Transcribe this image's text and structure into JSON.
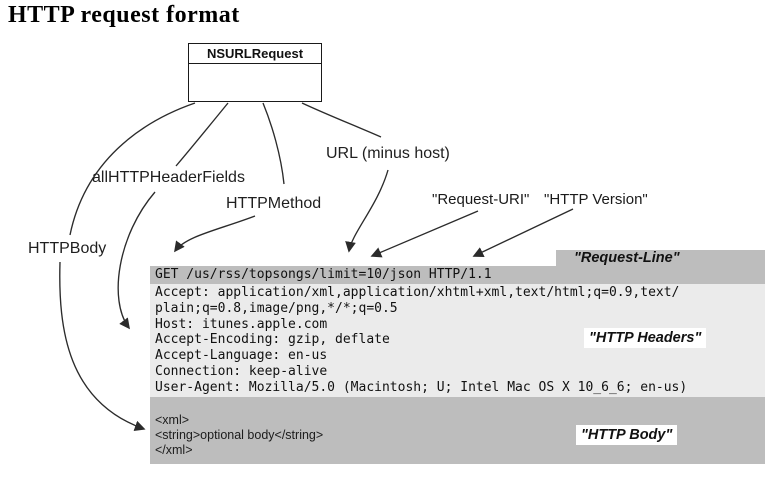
{
  "title": "HTTP request format",
  "class_box": {
    "name": "NSURLRequest"
  },
  "labels": {
    "http_body": "HTTPBody",
    "all_http_header_fields": "allHTTPHeaderFields",
    "http_method": "HTTPMethod",
    "url_minus_host": "URL (minus host)",
    "request_uri": "\"Request-URI\"",
    "http_version": "\"HTTP Version\"",
    "request_line": "\"Request-Line\"",
    "http_headers": "\"HTTP Headers\"",
    "http_body_annotation": "\"HTTP Body\""
  },
  "request": {
    "request_line": "GET /us/rss/topsongs/limit=10/json HTTP/1.1",
    "header_lines": [
      "Accept: application/xml,application/xhtml+xml,text/html;q=0.9,text/",
      "plain;q=0.8,image/png,*/*;q=0.5",
      "Host: itunes.apple.com",
      "Accept-Encoding: gzip, deflate",
      "Accept-Language: en-us",
      "Connection: keep-alive",
      "User-Agent: Mozilla/5.0 (Macintosh; U; Intel Mac OS X 10_6_6; en-us)"
    ],
    "body_lines": [
      "<xml>",
      "<string>optional body</string>",
      "</xml>"
    ]
  },
  "colors": {
    "request_line_band": "#bdbdbd",
    "headers_background": "#ebebeb",
    "body_background": "#bdbdbd",
    "connector": "#2b2b2b"
  }
}
